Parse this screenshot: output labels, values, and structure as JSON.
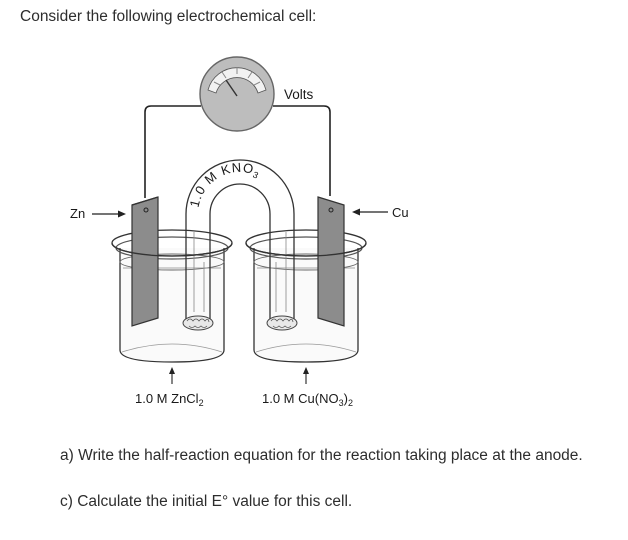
{
  "question": {
    "intro": "Consider the following electrochemical cell:",
    "part_a": "a) Write the half-reaction equation for the reaction taking place at the anode.",
    "part_c": "c) Calculate the initial E° value for this cell."
  },
  "diagram": {
    "voltmeter_label": "Volts",
    "salt_bridge_label": "1.0 M KNO",
    "salt_bridge_sub": "3",
    "left_electrode": "Zn",
    "right_electrode": "Cu",
    "left_solution": "1.0 M ZnCl",
    "left_solution_sub": "2",
    "right_solution_main": "1.0 M Cu(NO",
    "right_solution_sub1": "3",
    "right_solution_close": ")",
    "right_solution_sub2": "2"
  }
}
